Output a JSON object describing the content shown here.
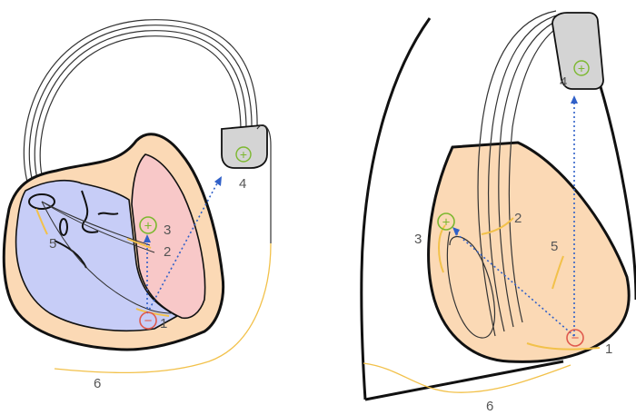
{
  "colors": {
    "myocardium": "#fbd9b5",
    "left_ventricle": "#c7cdf7",
    "right_ventricle": "#f8c8c8",
    "generator": "#d4d4d4",
    "coil": "#f2c14a",
    "anode_symbol": "#7cb82f",
    "cathode_symbol": "#e05a4e",
    "vector_arrow": "#3060c8",
    "outline": "#111111"
  },
  "symbols": {
    "plus": "+",
    "minus": "−"
  },
  "left_panel": {
    "labels": {
      "cathode": "1",
      "proximal_coil": "2",
      "anode": "3",
      "generator": "4",
      "svc_coil": "5",
      "subcutaneous_lead": "6"
    }
  },
  "right_panel": {
    "labels": {
      "cathode": "1",
      "proximal_coil": "2",
      "anode": "3",
      "generator": "4",
      "svc_coil": "5",
      "subcutaneous_lead": "6"
    }
  }
}
